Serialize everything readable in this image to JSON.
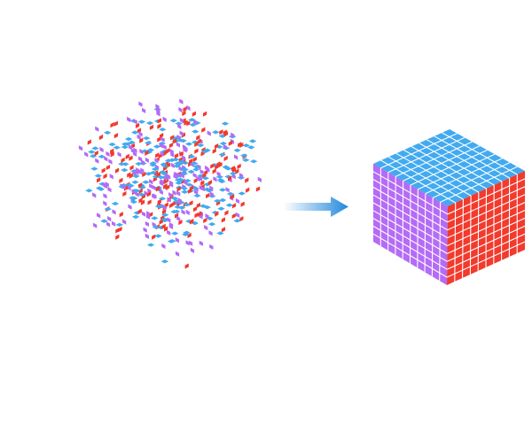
{
  "illustration": {
    "scattered_cluster": {
      "density": 0.42,
      "seed": 7
    },
    "assembled_cube": {
      "grid": 10
    },
    "arrow": {
      "color": "#2288dd",
      "gradient_start": "#ffffff"
    },
    "colors": {
      "top": "#42aaf0",
      "left": "#b46bf5",
      "right": "#f23a2d",
      "grid_line": "#ffffff"
    },
    "icons": [
      "scattered-pieces",
      "arrow-right-icon",
      "solid-cube"
    ]
  }
}
